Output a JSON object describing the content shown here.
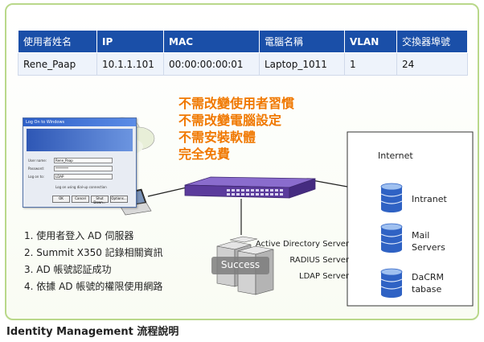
{
  "table": {
    "headers": [
      "使用者姓名",
      "IP",
      "MAC",
      "電腦名稱",
      "VLAN",
      "交換器埠號"
    ],
    "rows": [
      [
        "Rene_Paap",
        "10.1.1.101",
        "00:00:00:00:01",
        "Laptop_1011",
        "1",
        "24"
      ]
    ]
  },
  "benefits": [
    "不需改變使用者習慣",
    "不需改變電腦設定",
    "不需安裝軟體",
    "完全免費"
  ],
  "steps": [
    "1. 使用者登入 AD 伺服器",
    "2. Summit X350 記錄相關資訊",
    "3. AD 帳號認証成功",
    "4. 依據 AD 帳號的權限使用網路"
  ],
  "server_labels": [
    "Active Directory Server",
    "RADIUS Server",
    "LDAP Server"
  ],
  "success_label": "Success",
  "internet": {
    "title": "Internet",
    "items": [
      {
        "lines": [
          "Intranet"
        ]
      },
      {
        "lines": [
          "Mail",
          "Servers"
        ]
      },
      {
        "lines": [
          "DaCRM",
          "tabase"
        ]
      }
    ]
  },
  "login_window": {
    "title": "Log On to Windows",
    "fields": [
      "User name:",
      "Password:",
      "Log on to:"
    ],
    "values": [
      "Rene_Paap",
      "********",
      "LDAP"
    ],
    "checkbox": "Log on using dial-up connection",
    "buttons": [
      "OK",
      "Cancel",
      "Shut Down...",
      "Options..."
    ]
  },
  "caption": "Identity Management 流程說明",
  "colors": {
    "header_bg": "#1a4fa8",
    "accent_orange": "#f07800",
    "frame_border": "#b9d88a",
    "switch_purple": "#5b3b9c",
    "db_blue": "#2f62c4"
  }
}
